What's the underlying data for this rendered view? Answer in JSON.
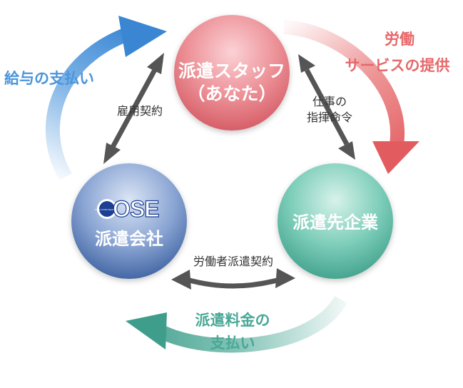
{
  "nodes": {
    "staff": {
      "line1": "派遣スタッフ",
      "line2": "（あなた）"
    },
    "company": {
      "logo": "OSE",
      "logo_tagline": "OSAKA SYSTEM ENGINEERING",
      "label": "派遣会社"
    },
    "client": {
      "label": "派遣先企業"
    }
  },
  "relations": {
    "employment": "雇用契約",
    "command_line1": "仕事の",
    "command_line2": "指揮命令",
    "dispatch_contract": "労働者派遣契約"
  },
  "flows": {
    "salary": "給与の支払い",
    "service_line1": "労働",
    "service_line2": "サービスの提供",
    "fee_line1": "派遣料金の",
    "fee_line2": "支払い"
  },
  "colors": {
    "staff": "#e2717a",
    "company": "#4f71b1",
    "client": "#56b8a3",
    "salary_arrow": "#4b95dc",
    "service_arrow": "#e6686a",
    "fee_arrow": "#4aa896",
    "logo_blue": "#1c3f94"
  }
}
